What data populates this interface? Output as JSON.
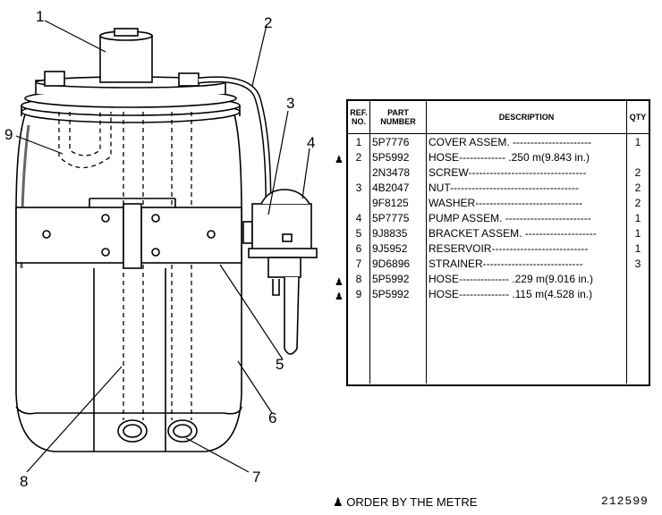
{
  "callouts": [
    "1",
    "2",
    "3",
    "4",
    "5",
    "6",
    "7",
    "8",
    "9"
  ],
  "table": {
    "headers": {
      "ref": "REF. NO.",
      "part": "PART NUMBER",
      "desc": "DESCRIPTION",
      "qty": "QTY"
    },
    "rows": [
      {
        "ref": "1",
        "part": "5P7776",
        "desc": "COVER ASSEM. ----------------------",
        "qty": "1"
      },
      {
        "ref": "2",
        "part": "5P5992",
        "desc": "HOSE------------- .250 m(9.843 in.)",
        "qty": ""
      },
      {
        "ref": "",
        "part": "2N3478",
        "desc": "SCREW---------------------------------",
        "qty": "2"
      },
      {
        "ref": "3",
        "part": "4B2047",
        "desc": "NUT------------------------------------",
        "qty": "2"
      },
      {
        "ref": "",
        "part": "9F8125",
        "desc": "WASHER------------------------------",
        "qty": "2"
      },
      {
        "ref": "4",
        "part": "5P7775",
        "desc": "PUMP ASSEM. ------------------------",
        "qty": "1"
      },
      {
        "ref": "5",
        "part": "9J8835",
        "desc": "BRACKET ASSEM. --------------------",
        "qty": "1"
      },
      {
        "ref": "6",
        "part": "9J5952",
        "desc": "RESERVOIR---------------------------",
        "qty": "1"
      },
      {
        "ref": "7",
        "part": "9D6896",
        "desc": "STRAINER----------------------------",
        "qty": "3"
      },
      {
        "ref": "8",
        "part": "5P5992",
        "desc": "HOSE-------------- .229 m(9.016 in.)",
        "qty": ""
      },
      {
        "ref": "9",
        "part": "5P5992",
        "desc": "HOSE-------------- .115 m(4.528 in.)",
        "qty": ""
      }
    ]
  },
  "markers": [
    "♟",
    "♟",
    "♟"
  ],
  "footer": {
    "note": "♟ ORDER BY THE METRE",
    "number": "212599"
  }
}
